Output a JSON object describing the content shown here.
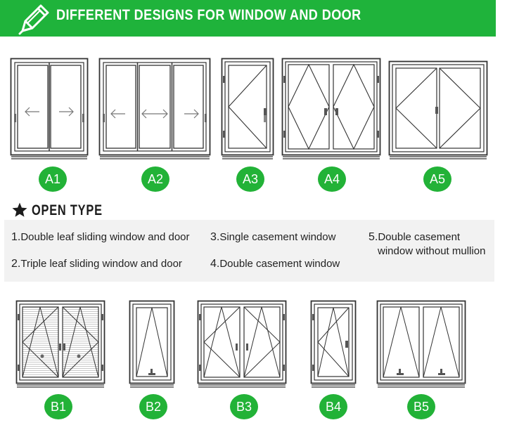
{
  "banner": {
    "title": "DIFFERENT DESIGNS FOR WINDOW AND DOOR",
    "icon": "pencil-icon",
    "color": "#1fb33b"
  },
  "badge_color": "#22b237",
  "row_a": [
    {
      "label": "A1",
      "type": "double-sliding"
    },
    {
      "label": "A2",
      "type": "triple-sliding"
    },
    {
      "label": "A3",
      "type": "single-casement"
    },
    {
      "label": "A4",
      "type": "double-casement"
    },
    {
      "label": "A5",
      "type": "double-casement-no-mullion"
    }
  ],
  "section": {
    "title": "OPEN TYPE",
    "icon": "star-icon"
  },
  "legend": [
    {
      "num": "1.",
      "text": "Double leaf sliding window and door"
    },
    {
      "num": "2.",
      "text": "Triple leaf sliding window and door"
    },
    {
      "num": "3.",
      "text": "Single casement window"
    },
    {
      "num": "4.",
      "text": "Double casement window"
    },
    {
      "num": "5.",
      "text": "Double casement",
      "text2": "window without mullion"
    }
  ],
  "row_b": [
    {
      "label": "B1",
      "type": "double-tilt-turn-with-blinds"
    },
    {
      "label": "B2",
      "type": "single-tilt"
    },
    {
      "label": "B3",
      "type": "double-tilt-turn"
    },
    {
      "label": "B4",
      "type": "single-tilt-turn"
    },
    {
      "label": "B5",
      "type": "double-tilt"
    }
  ]
}
